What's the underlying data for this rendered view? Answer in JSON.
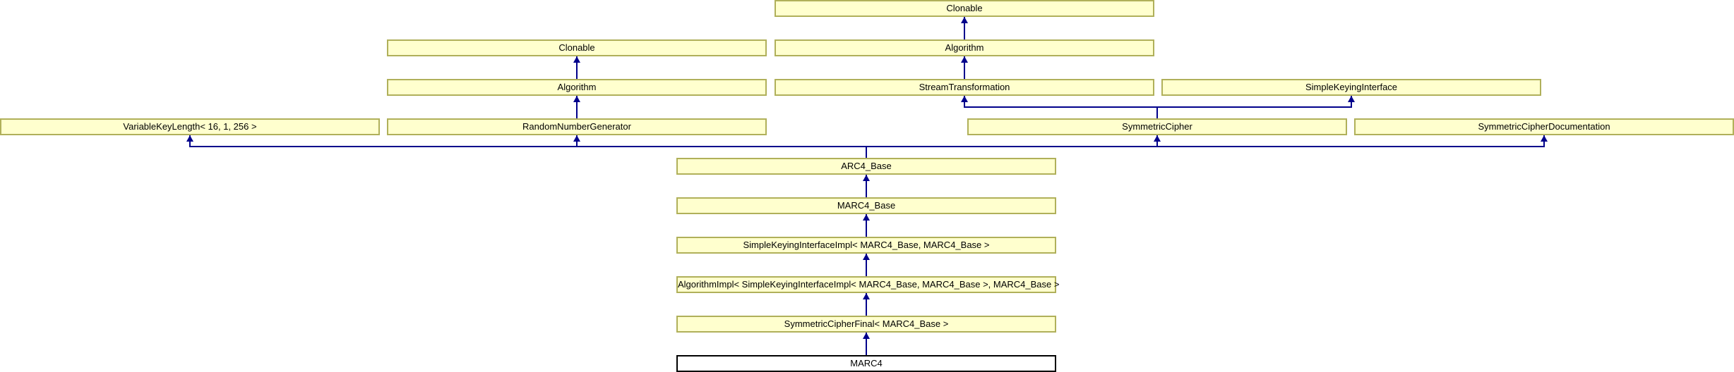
{
  "diagram": {
    "kind": "class-inheritance-diagram",
    "focus_class": "MARC4"
  },
  "nodes": [
    {
      "label": "Clonable",
      "variant": "base"
    },
    {
      "label": "Clonable",
      "variant": "base"
    },
    {
      "label": "Algorithm",
      "variant": "base"
    },
    {
      "label": "Algorithm",
      "variant": "base"
    },
    {
      "label": "StreamTransformation",
      "variant": "base"
    },
    {
      "label": "SimpleKeyingInterface",
      "variant": "base"
    },
    {
      "label": "VariableKeyLength< 16, 1, 256 >",
      "variant": "base"
    },
    {
      "label": "RandomNumberGenerator",
      "variant": "base"
    },
    {
      "label": "SymmetricCipher",
      "variant": "base"
    },
    {
      "label": "SymmetricCipherDocumentation",
      "variant": "base"
    },
    {
      "label": "ARC4_Base",
      "variant": "base"
    },
    {
      "label": "MARC4_Base",
      "variant": "base"
    },
    {
      "label": "SimpleKeyingInterfaceImpl< MARC4_Base, MARC4_Base >",
      "variant": "base"
    },
    {
      "label": "AlgorithmImpl< SimpleKeyingInterfaceImpl< MARC4_Base, MARC4_Base >, MARC4_Base >",
      "variant": "base"
    },
    {
      "label": "SymmetricCipherFinal< MARC4_Base >",
      "variant": "base"
    },
    {
      "label": "MARC4",
      "variant": "focus"
    }
  ],
  "edges": [
    {
      "child": "Algorithm",
      "parent": "Clonable",
      "child_index": 2,
      "parent_index": 0
    },
    {
      "child": "Algorithm",
      "parent": "Clonable",
      "child_index": 3,
      "parent_index": 1
    },
    {
      "child": "StreamTransformation",
      "parent": "Algorithm",
      "child_index": 4,
      "parent_index": 2
    },
    {
      "child": "RandomNumberGenerator",
      "parent": "Algorithm",
      "child_index": 7,
      "parent_index": 3
    },
    {
      "child": "SymmetricCipher",
      "parent": "StreamTransformation",
      "child_index": 8,
      "parent_index": 4
    },
    {
      "child": "SymmetricCipher",
      "parent": "SimpleKeyingInterface",
      "child_index": 8,
      "parent_index": 5
    },
    {
      "child": "ARC4_Base",
      "parent": "VariableKeyLength< 16, 1, 256 >",
      "child_index": 10,
      "parent_index": 6
    },
    {
      "child": "ARC4_Base",
      "parent": "RandomNumberGenerator",
      "child_index": 10,
      "parent_index": 7
    },
    {
      "child": "ARC4_Base",
      "parent": "SymmetricCipher",
      "child_index": 10,
      "parent_index": 8
    },
    {
      "child": "ARC4_Base",
      "parent": "SymmetricCipherDocumentation",
      "child_index": 10,
      "parent_index": 9
    },
    {
      "child": "MARC4_Base",
      "parent": "ARC4_Base",
      "child_index": 11,
      "parent_index": 10
    },
    {
      "child": "SimpleKeyingInterfaceImpl< MARC4_Base, MARC4_Base >",
      "parent": "MARC4_Base",
      "child_index": 12,
      "parent_index": 11
    },
    {
      "child": "AlgorithmImpl< SimpleKeyingInterfaceImpl< MARC4_Base, MARC4_Base >, MARC4_Base >",
      "parent": "SimpleKeyingInterfaceImpl< MARC4_Base, MARC4_Base >",
      "child_index": 13,
      "parent_index": 12
    },
    {
      "child": "SymmetricCipherFinal< MARC4_Base >",
      "parent": "AlgorithmImpl< SimpleKeyingInterfaceImpl< MARC4_Base, MARC4_Base >, MARC4_Base >",
      "child_index": 14,
      "parent_index": 13
    },
    {
      "child": "MARC4",
      "parent": "SymmetricCipherFinal< MARC4_Base >",
      "child_index": 15,
      "parent_index": 14
    }
  ],
  "colors": {
    "node_fill": "#FFFFCE",
    "node_border": "#B0B05A",
    "edge_color": "#00008B",
    "focus_fill": "#FFFFFF",
    "focus_border": "#000000",
    "text_color": "#000000",
    "page_bg": "#FFFFFF"
  }
}
